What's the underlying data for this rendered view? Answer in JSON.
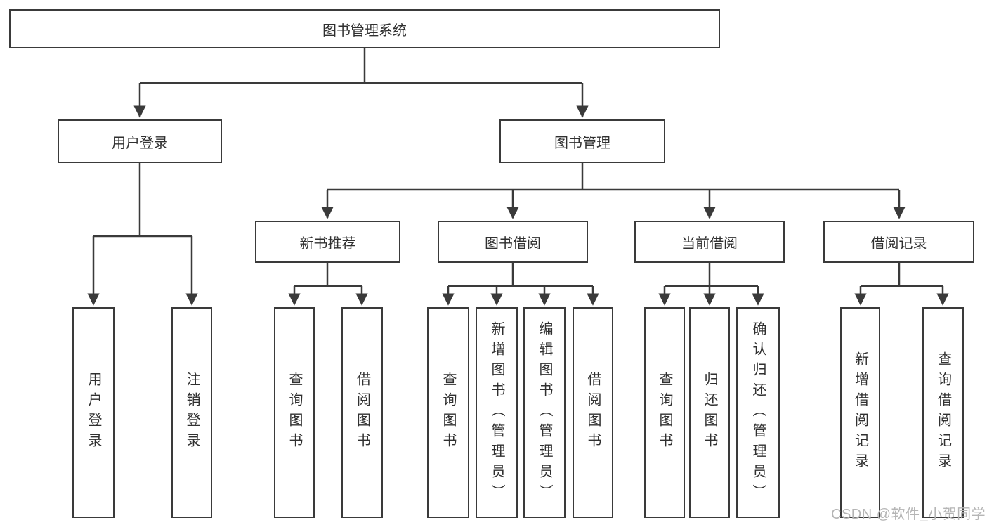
{
  "tree": {
    "root": {
      "label": "图书管理系统"
    },
    "branches": [
      {
        "label": "用户登录",
        "children": [
          {
            "label": "用户登录"
          },
          {
            "label": "注销登录"
          }
        ]
      },
      {
        "label": "图书管理",
        "children": [
          {
            "label": "新书推荐",
            "children": [
              {
                "label": "查询图书"
              },
              {
                "label": "借阅图书"
              }
            ]
          },
          {
            "label": "图书借阅",
            "children": [
              {
                "label": "查询图书"
              },
              {
                "label": "新增图书（管理员）"
              },
              {
                "label": "编辑图书（管理员）"
              },
              {
                "label": "借阅图书"
              }
            ]
          },
          {
            "label": "当前借阅",
            "children": [
              {
                "label": "查询图书"
              },
              {
                "label": "归还图书"
              },
              {
                "label": "确认归还（管理员）"
              }
            ]
          },
          {
            "label": "借阅记录",
            "children": [
              {
                "label": "新增借阅记录"
              },
              {
                "label": "查询借阅记录"
              }
            ]
          }
        ]
      }
    ]
  },
  "watermark": "CSDN @软件_小贺同学",
  "colors": {
    "line": "#3a3a3a",
    "text": "#303030",
    "background": "#ffffff",
    "watermark": "#b5b5b5"
  }
}
